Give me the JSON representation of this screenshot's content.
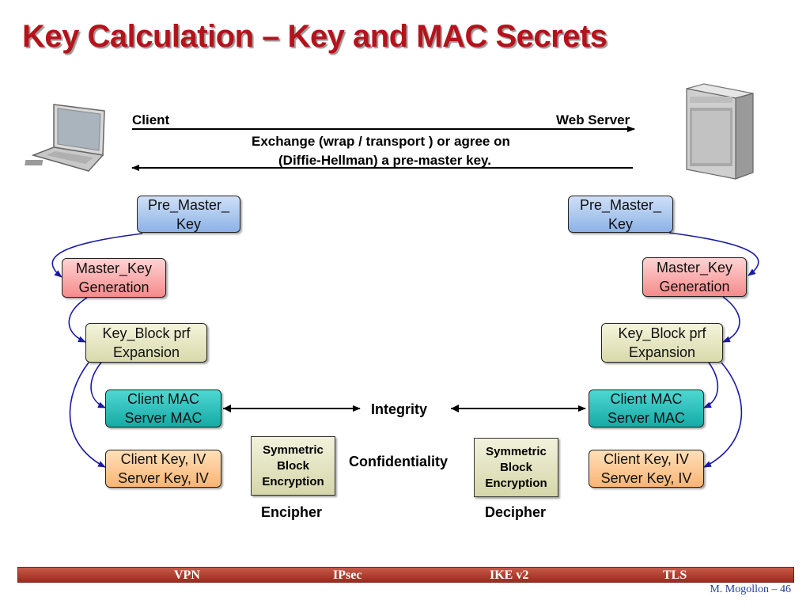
{
  "title": "Key Calculation – Key and MAC Secrets",
  "header": {
    "client_label": "Client",
    "server_label": "Web Server",
    "exchange_line1": "Exchange (wrap / transport ) or agree on",
    "exchange_line2": "(Diffie-Hellman) a pre-master key."
  },
  "icons": {
    "client": "laptop-icon",
    "server": "server-tower-icon"
  },
  "left": {
    "pre_master": "Pre_Master_\nKey",
    "master_key": "Master_Key\nGeneration",
    "key_block": "Key_Block prf\nExpansion",
    "mac": "Client MAC\nServer MAC",
    "keys": "Client Key, IV\nServer Key, IV"
  },
  "right": {
    "pre_master": "Pre_Master_\nKey",
    "master_key": "Master_Key\nGeneration",
    "key_block": "Key_Block prf\nExpansion",
    "mac": "Client MAC\nServer MAC",
    "keys": "Client Key, IV\nServer Key, IV"
  },
  "center": {
    "integrity": "Integrity",
    "confidentiality": "Confidentiality",
    "encipher_box": "Symmetric\nBlock\nEncryption",
    "decipher_box": "Symmetric\nBlock\nEncryption",
    "encipher": "Encipher",
    "decipher": "Decipher"
  },
  "footer": {
    "items": [
      "VPN",
      "IPsec",
      "IKE v2",
      "TLS"
    ],
    "page": "M. Mogollon – 46"
  },
  "colors": {
    "title": "#b5121b",
    "pre_master": "#8db2e6",
    "master_key": "#f58b8b",
    "key_block": "#d9d9ac",
    "mac": "#16aaa6",
    "keys": "#f9b474",
    "arrow_curve": "#1a1aa8",
    "footer_bar": "#b5432f"
  }
}
